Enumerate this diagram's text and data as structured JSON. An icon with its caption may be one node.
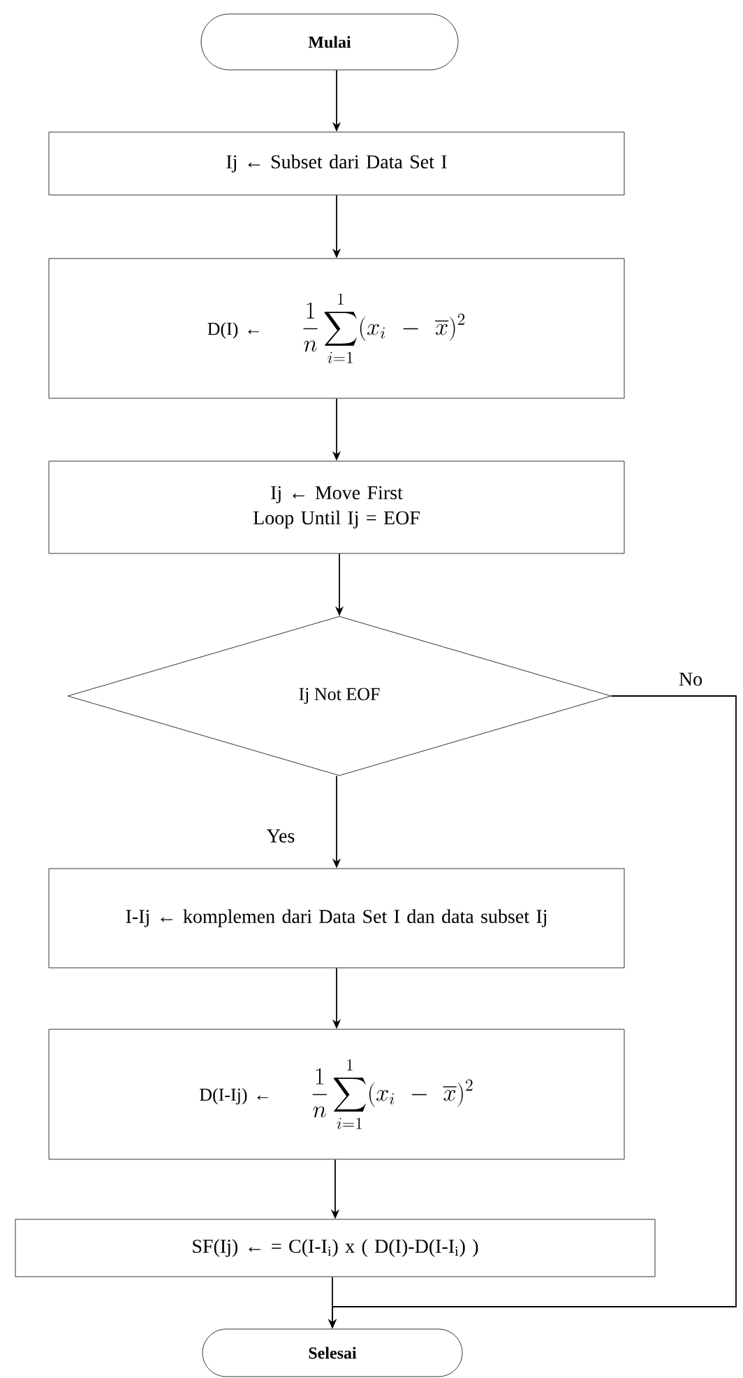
{
  "diagram": {
    "nodes": [
      {
        "text": [
          "Mulai"
        ]
      },
      {
        "text": [
          "Ij ← Subset dari Data Set I"
        ]
      },
      {
        "text": [
          "D(I) ←",
          "\\frac{1}{n}\\sum_{i=1}^{1}(x_{i}-\\overline{x})^{2}"
        ]
      },
      {
        "text": [
          "Ij ← Move First Loop Until Ij = EOF"
        ]
      },
      {
        "text": [
          "Ij Not EOF"
        ]
      },
      {
        "text": [
          "I-Ij ← komplemen dari Data Set I dan data subset Ij"
        ]
      },
      {
        "text": [
          "D(I-Ij) ←",
          "\\frac{1}{n}\\sum_{i=1}^{1}(x_{i}-\\overline{x})^{2}"
        ]
      },
      {
        "text": [
          "SF(Ij) ← = C(I-I$_{i}$) x ( D(I)-D(I-I$_{i}$) )"
        ]
      },
      {
        "text": [
          "Selesai"
        ]
      }
    ],
    "edges": [
      {
        "from": 0,
        "to": 1,
        "arrow": "to"
      },
      {
        "from": 1,
        "to": 2,
        "arrow": "to"
      },
      {
        "from": 2,
        "to": 3,
        "arrow": "to"
      },
      {
        "from": 3,
        "to": 4,
        "arrow": "to"
      },
      {
        "from": 4,
        "to": 5,
        "arrow": "to",
        "label": "Yes"
      },
      {
        "from": 5,
        "to": 6,
        "arrow": "to"
      },
      {
        "from": 6,
        "to": 7,
        "arrow": "to"
      },
      {
        "from": 7,
        "to": 8,
        "arrow": "to"
      },
      {
        "from": 4,
        "to": 8,
        "arrow": "to",
        "label": "No"
      }
    ]
  }
}
